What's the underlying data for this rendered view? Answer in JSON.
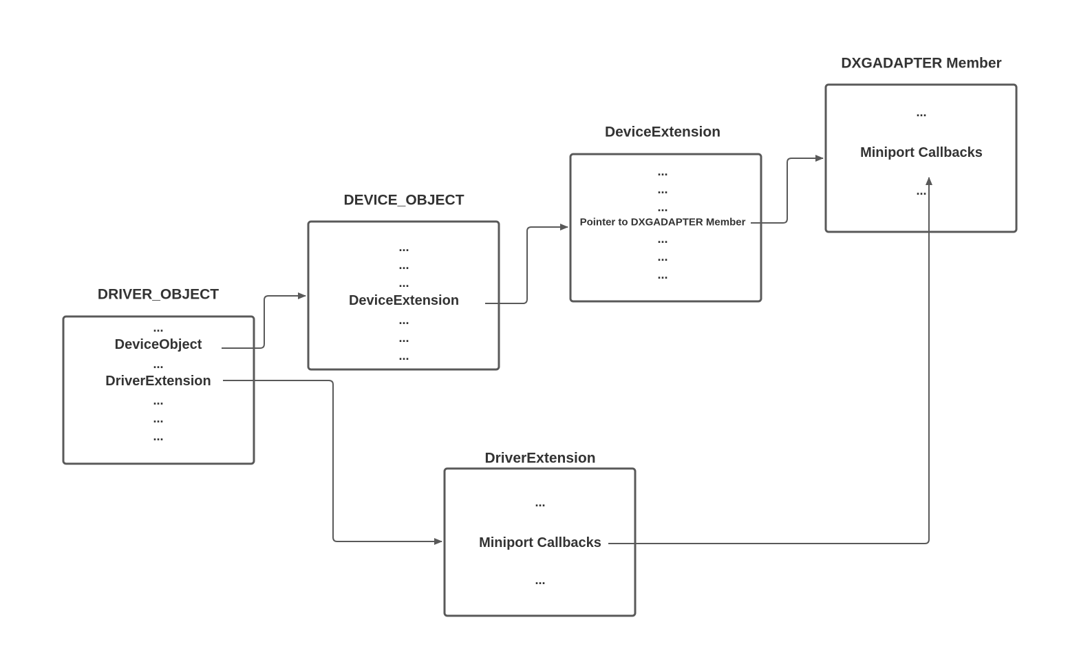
{
  "colors": {
    "stroke": "#595959",
    "text": "#333333",
    "background": "#ffffff"
  },
  "driver_object": {
    "title": "DRIVER_OBJECT",
    "dots": "...",
    "device_object": "DeviceObject",
    "driver_extension": "DriverExtension"
  },
  "device_object": {
    "title": "DEVICE_OBJECT",
    "dots": "...",
    "device_extension": "DeviceExtension"
  },
  "device_extension": {
    "title": "DeviceExtension",
    "dots": "...",
    "pointer": "Pointer to DXGADAPTER Member"
  },
  "dxgadapter_member": {
    "title": "DXGADAPTER Member",
    "dots": "...",
    "miniport_callbacks": "Miniport Callbacks"
  },
  "driver_extension": {
    "title": "DriverExtension",
    "dots": "...",
    "miniport_callbacks": "Miniport Callbacks"
  }
}
